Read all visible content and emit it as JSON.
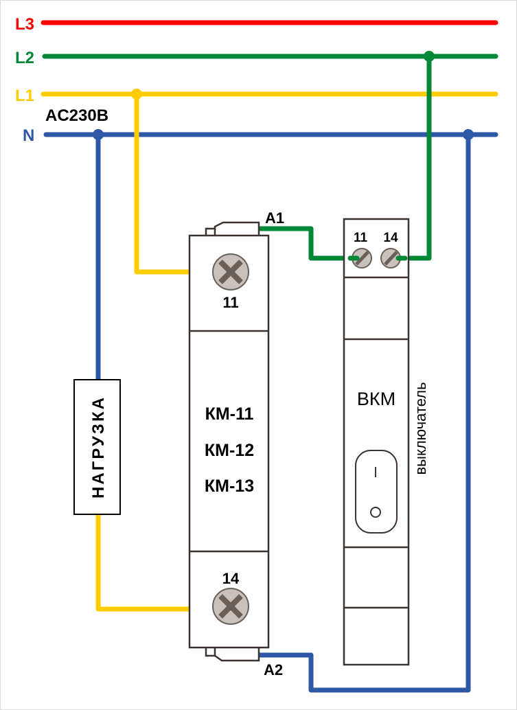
{
  "bus": {
    "voltage_label": "AC230B",
    "lines": [
      {
        "id": "L3",
        "label": "L3",
        "color": "#ff0000"
      },
      {
        "id": "L2",
        "label": "L2",
        "color": "#008837"
      },
      {
        "id": "L1",
        "label": "L1",
        "color": "#ffcc00"
      },
      {
        "id": "N",
        "label": "N",
        "color": "#2e57a6"
      }
    ]
  },
  "contactor": {
    "models": [
      "КМ-11",
      "КМ-12",
      "КМ-13"
    ],
    "terminal_top": "11",
    "terminal_bottom": "14",
    "coil_top": "A1",
    "coil_bottom": "A2"
  },
  "switch": {
    "name": "ВКМ",
    "caption": "выключатель",
    "terminal_left": "11",
    "terminal_right": "14",
    "on_symbol": "I",
    "off_symbol": "O"
  },
  "load": {
    "label": "НАГРУЗКА"
  },
  "colors": {
    "outline": "#3b3330",
    "screw_fill": "#c7c2bb",
    "screw_mark": "#6b5f58"
  }
}
